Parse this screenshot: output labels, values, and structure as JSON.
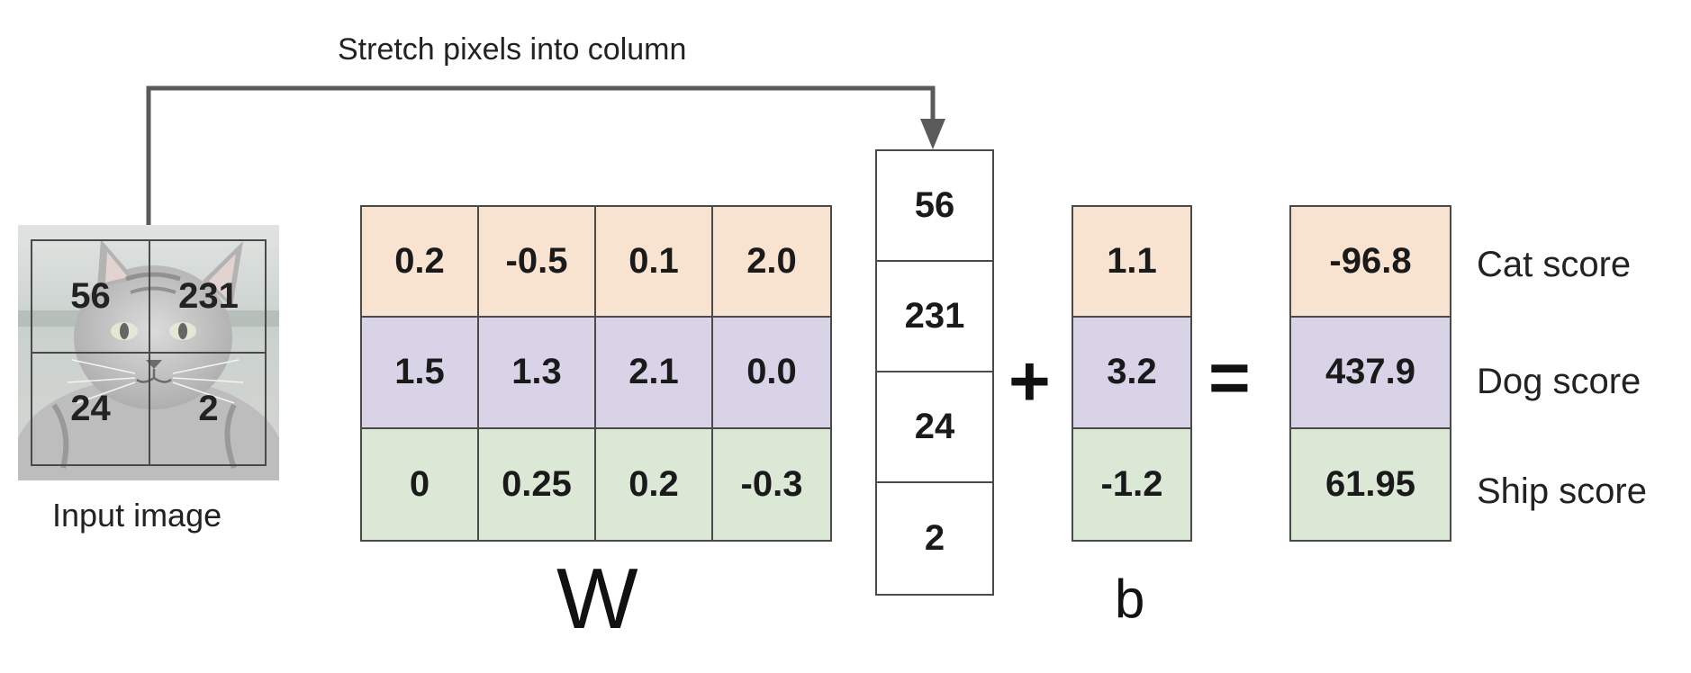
{
  "annotation": {
    "stretch_label": "Stretch pixels into column"
  },
  "input_image": {
    "caption": "Input image",
    "pixels": [
      "56",
      "231",
      "24",
      "2"
    ]
  },
  "weights": {
    "label": "W",
    "rows": [
      [
        "0.2",
        "-0.5",
        "0.1",
        "2.0"
      ],
      [
        "1.5",
        "1.3",
        "2.1",
        "0.0"
      ],
      [
        "0",
        "0.25",
        "0.2",
        "-0.3"
      ]
    ]
  },
  "column_vector": [
    "56",
    "231",
    "24",
    "2"
  ],
  "operators": {
    "plus": "+",
    "equals": "="
  },
  "bias": {
    "label": "b",
    "values": [
      "1.1",
      "3.2",
      "-1.2"
    ]
  },
  "scores": {
    "values": [
      "-96.8",
      "437.9",
      "61.95"
    ],
    "labels": [
      "Cat score",
      "Dog score",
      "Ship score"
    ]
  },
  "colors": {
    "cat_row": "#f7e3d0",
    "dog_row": "#d9d3e8",
    "ship_row": "#dbe8d6",
    "line": "#5a5a5a"
  }
}
